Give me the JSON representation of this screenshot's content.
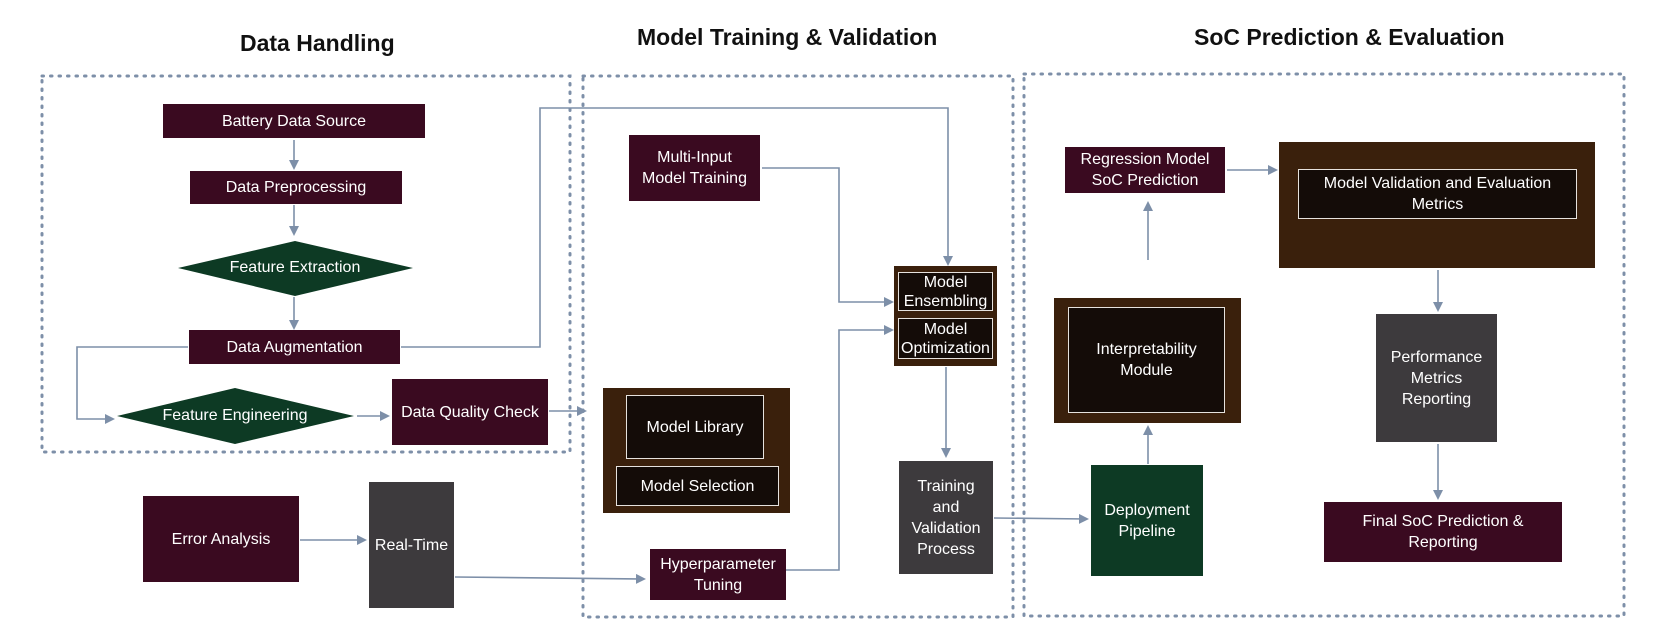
{
  "sections": {
    "data_handling": "Data Handling",
    "model_training": "Model Training & Validation",
    "soc_prediction": "SoC Prediction & Evaluation"
  },
  "nodes": {
    "battery_data_source": "Battery Data Source",
    "data_preprocessing": "Data Preprocessing",
    "feature_extraction": "Feature Extraction",
    "data_augmentation": "Data Augmentation",
    "feature_engineering": "Feature Engineering",
    "data_quality_check": "Data Quality Check",
    "error_analysis": "Error Analysis",
    "real_time": "Real-Time",
    "multi_input_training": [
      "Multi-Input",
      "Model Training"
    ],
    "model_library": "Model Library",
    "model_selection": "Model Selection",
    "hyperparameter_tuning": [
      "Hyperparameter",
      "Tuning"
    ],
    "model_ensembling": [
      "Model",
      "Ensembling"
    ],
    "model_optimization": [
      "Model",
      "Optimization"
    ],
    "training_validation_process": [
      "Training",
      "and",
      "Validation",
      "Process"
    ],
    "deployment_pipeline": [
      "Deployment",
      "Pipeline"
    ],
    "interpretability_module": [
      "Interpretability",
      "Module"
    ],
    "regression_model": [
      "Regression Model",
      "SoC Prediction"
    ],
    "model_validation_metrics": [
      "Model Validation and Evaluation",
      "Metrics"
    ],
    "performance_metrics": [
      "Performance",
      "Metrics",
      "Reporting"
    ],
    "final_soc_prediction": [
      "Final SoC Prediction &",
      "Reporting"
    ]
  },
  "colors": {
    "node_maroon": "#3a0a20",
    "node_gray": "#3d3a3d",
    "node_green": "#0d3a24",
    "node_brown": "#3a200c",
    "arrow": "#7d8fa8",
    "border_dotted": "#7d8fa8"
  }
}
